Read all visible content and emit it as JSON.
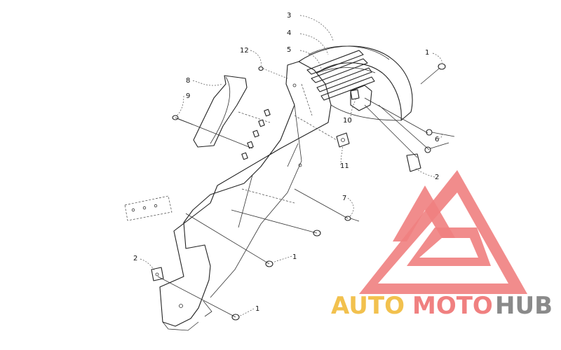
{
  "callouts": [
    {
      "id": "c3",
      "text": "3"
    },
    {
      "id": "c4",
      "text": "4"
    },
    {
      "id": "c5",
      "text": "5"
    },
    {
      "id": "c12",
      "text": "12"
    },
    {
      "id": "c1a",
      "text": "1"
    },
    {
      "id": "c8",
      "text": "8"
    },
    {
      "id": "c9",
      "text": "9"
    },
    {
      "id": "c10",
      "text": "10"
    },
    {
      "id": "c6",
      "text": "6"
    },
    {
      "id": "c11",
      "text": "11"
    },
    {
      "id": "c2a",
      "text": "2"
    },
    {
      "id": "c7",
      "text": "7"
    },
    {
      "id": "c1b",
      "text": "1"
    },
    {
      "id": "c2b",
      "text": "2"
    },
    {
      "id": "c1c",
      "text": "1"
    }
  ],
  "watermark": {
    "part1": "AUTO",
    "part2": "MOTO",
    "part3": "HUB",
    "color_gold": "#f2c14e",
    "color_red": "#f08080",
    "color_gray": "#8a8a8a"
  }
}
